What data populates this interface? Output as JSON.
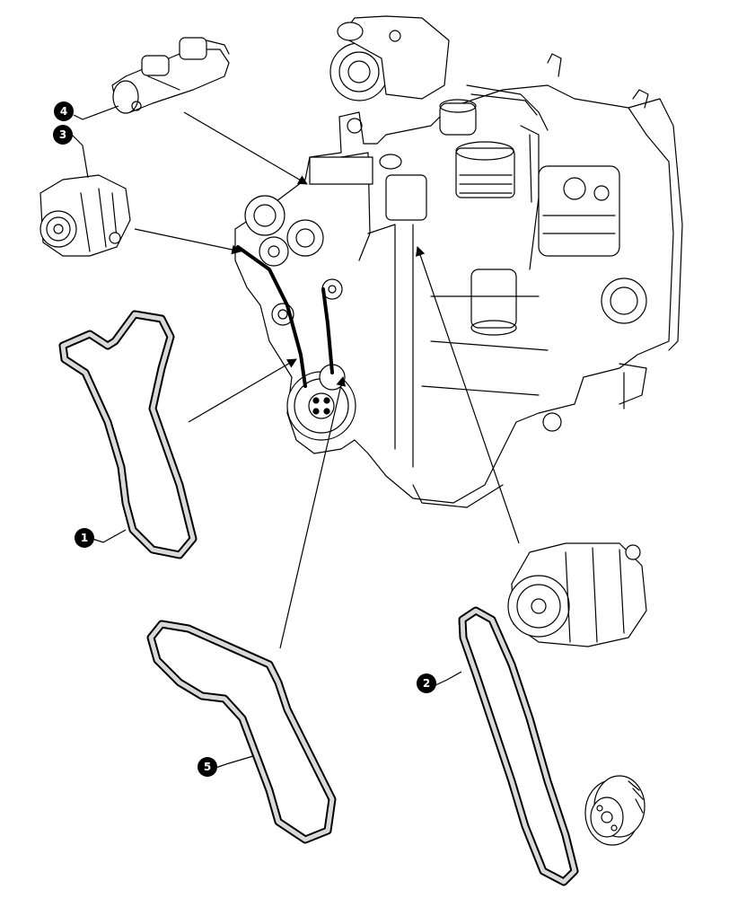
{
  "callouts": [
    {
      "id": "1",
      "label": "1"
    },
    {
      "id": "2",
      "label": "2"
    },
    {
      "id": "3",
      "label": "3"
    },
    {
      "id": "4",
      "label": "4"
    },
    {
      "id": "5",
      "label": "5"
    }
  ],
  "colors": {
    "ink": "#000000",
    "paper": "#ffffff",
    "shade": "#d9d9d9"
  }
}
